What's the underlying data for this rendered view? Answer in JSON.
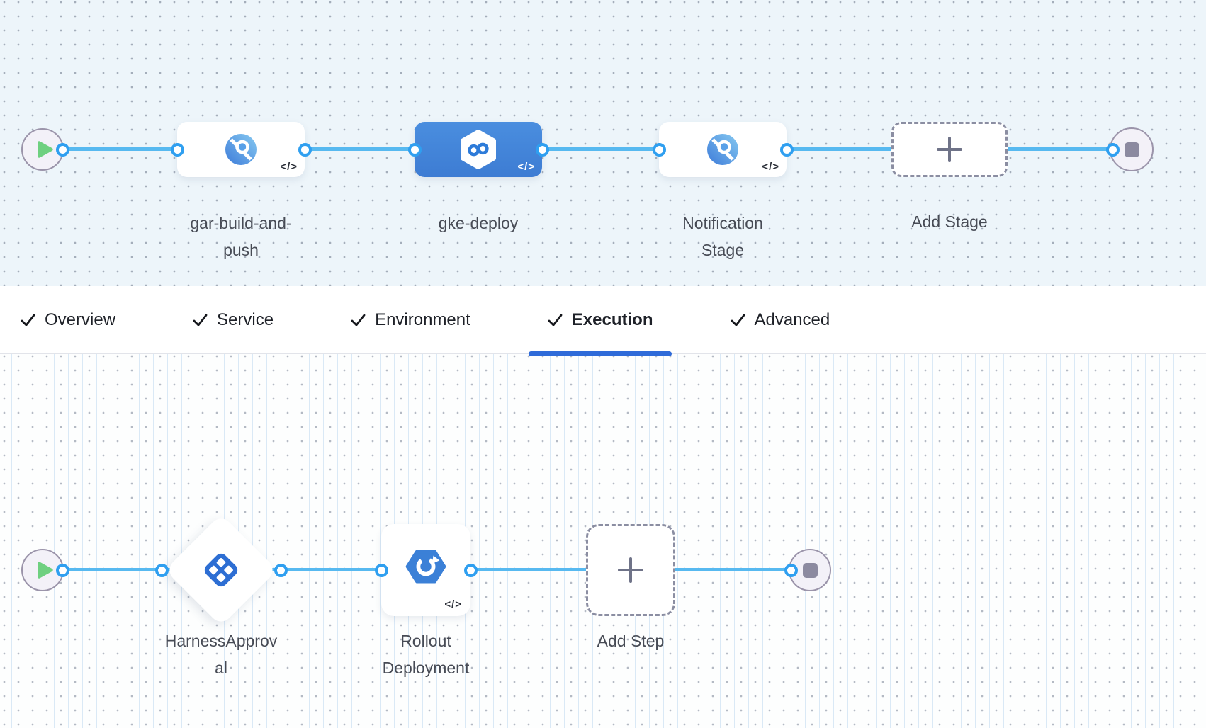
{
  "badges": {
    "code": "</>"
  },
  "colors": {
    "accent_blue": "#2f6bd9",
    "connector_blue": "#57b9f0",
    "dot_ring_blue": "#2f9ff0",
    "selected_stage_blue": "#4285d8",
    "icon_blue": "#2d6ed3",
    "play_green": "#6fd080",
    "node_gray": "#8c8aa0"
  },
  "stage_canvas": {
    "start_node_icon": "play-icon",
    "end_node_icon": "stop-icon",
    "stages": [
      {
        "label": "gar-build-and-push",
        "icon": "gcr-registry-icon",
        "selected": false
      },
      {
        "label": "gke-deploy",
        "icon": "harness-pipeline-icon",
        "selected": true
      },
      {
        "label": "Notification Stage",
        "icon": "gcr-registry-icon",
        "selected": false
      }
    ],
    "add_stage_label": "Add Stage"
  },
  "tabs": {
    "items": [
      {
        "label": "Overview",
        "checked": true,
        "active": false
      },
      {
        "label": "Service",
        "checked": true,
        "active": false
      },
      {
        "label": "Environment",
        "checked": true,
        "active": false
      },
      {
        "label": "Execution",
        "checked": true,
        "active": true
      },
      {
        "label": "Advanced",
        "checked": true,
        "active": false
      }
    ]
  },
  "execution_canvas": {
    "start_node_icon": "play-icon",
    "end_node_icon": "stop-icon",
    "steps": [
      {
        "label": "HarnessApproval",
        "icon": "approval-icon",
        "shape": "diamond"
      },
      {
        "label": "Rollout Deployment",
        "icon": "gke-rollout-icon",
        "shape": "square"
      }
    ],
    "add_step_label": "Add Step"
  }
}
